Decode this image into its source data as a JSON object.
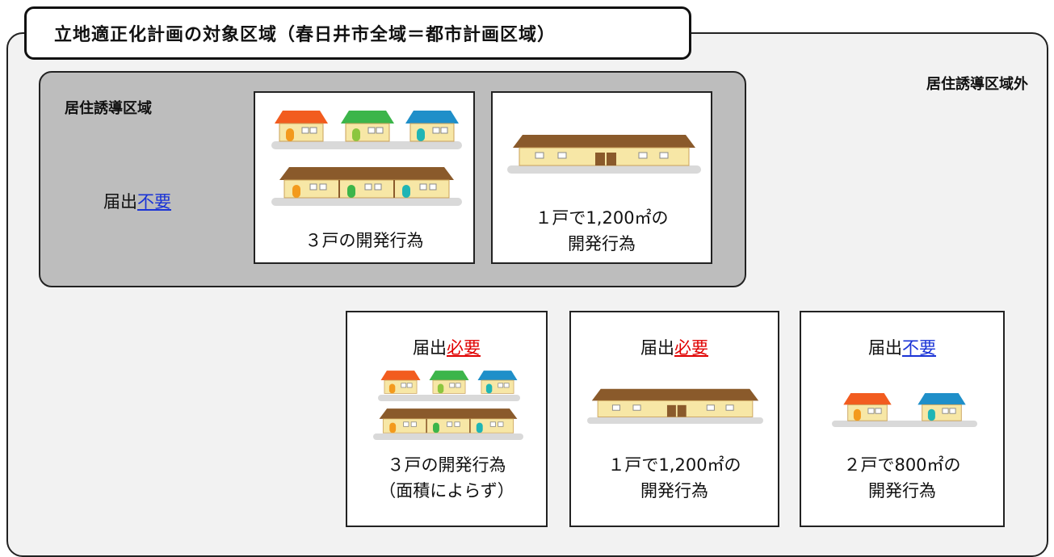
{
  "title": "立地適正化計画の対象区域（春日井市全域＝都市計画区域）",
  "outside_area_label": "居住誘導区域外",
  "inside_area": {
    "label": "居住誘導区域",
    "notice_prefix": "届出",
    "notice_status": "不要",
    "cards": [
      {
        "caption_line1": "３戸の開発行為"
      },
      {
        "caption_line1": "１戸で1,200㎡の",
        "caption_line2": "開発行為"
      }
    ]
  },
  "outside_cards": [
    {
      "notice_prefix": "届出",
      "notice_status": "必要",
      "caption_line1": "３戸の開発行為",
      "caption_line2": "（面積によらず）"
    },
    {
      "notice_prefix": "届出",
      "notice_status": "必要",
      "caption_line1": "１戸で1,200㎡の",
      "caption_line2": "開発行為"
    },
    {
      "notice_prefix": "届出",
      "notice_status": "不要",
      "caption_line1": "２戸で800㎡の",
      "caption_line2": "開発行為"
    }
  ],
  "colors": {
    "required": "#e00000",
    "not_required": "#1a33d6",
    "inside_area_bg": "#bdbdbd",
    "outer_bg": "#f2f2f2",
    "roof_orange": "#f25c1f",
    "roof_green": "#3cb54a",
    "roof_blue": "#1f8fc9",
    "roof_brown": "#8a5a2b",
    "wall": "#f7e7a6"
  }
}
